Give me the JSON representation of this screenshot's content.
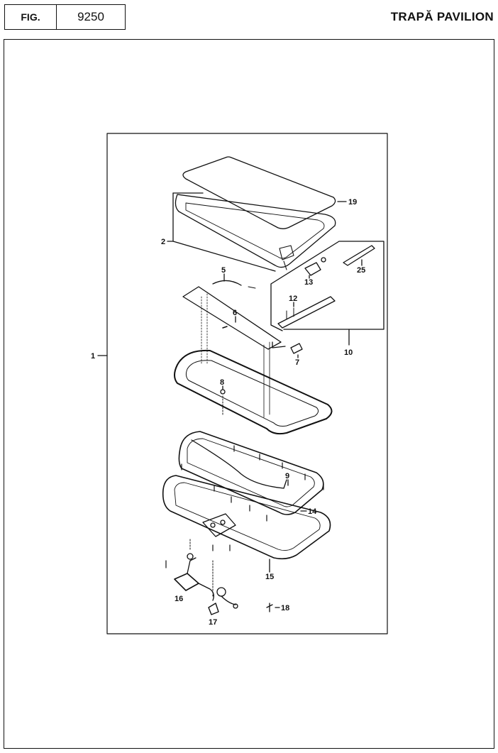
{
  "header": {
    "fig_label": "FIG.",
    "fig_number": "9250",
    "title": "TRAPĂ PAVILION"
  },
  "callouts": [
    {
      "id": "c1",
      "label": "1"
    },
    {
      "id": "c2",
      "label": "2"
    },
    {
      "id": "c5",
      "label": "5"
    },
    {
      "id": "c6",
      "label": "6"
    },
    {
      "id": "c7",
      "label": "7"
    },
    {
      "id": "c8",
      "label": "8"
    },
    {
      "id": "c9",
      "label": "9"
    },
    {
      "id": "c10",
      "label": "10"
    },
    {
      "id": "c12",
      "label": "12"
    },
    {
      "id": "c13",
      "label": "13"
    },
    {
      "id": "c14",
      "label": "14"
    },
    {
      "id": "c15",
      "label": "15"
    },
    {
      "id": "c16",
      "label": "16"
    },
    {
      "id": "c17",
      "label": "17"
    },
    {
      "id": "c18",
      "label": "18"
    },
    {
      "id": "c19",
      "label": "19"
    },
    {
      "id": "c25",
      "label": "25"
    }
  ]
}
